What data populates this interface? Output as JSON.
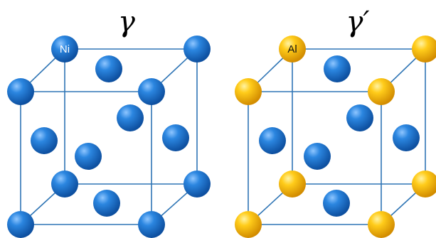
{
  "figure": {
    "left_panel": {
      "title": "γ",
      "corner_atom_label": "Ni",
      "corner_color": "blue",
      "face_color": "blue"
    },
    "right_panel": {
      "title": "γ′",
      "corner_atom_label": "Al",
      "corner_color": "gold",
      "face_color": "blue"
    }
  },
  "colors": {
    "blue": "#1f6fc4",
    "gold": "#f3b400",
    "edge": "#2f75b5"
  }
}
